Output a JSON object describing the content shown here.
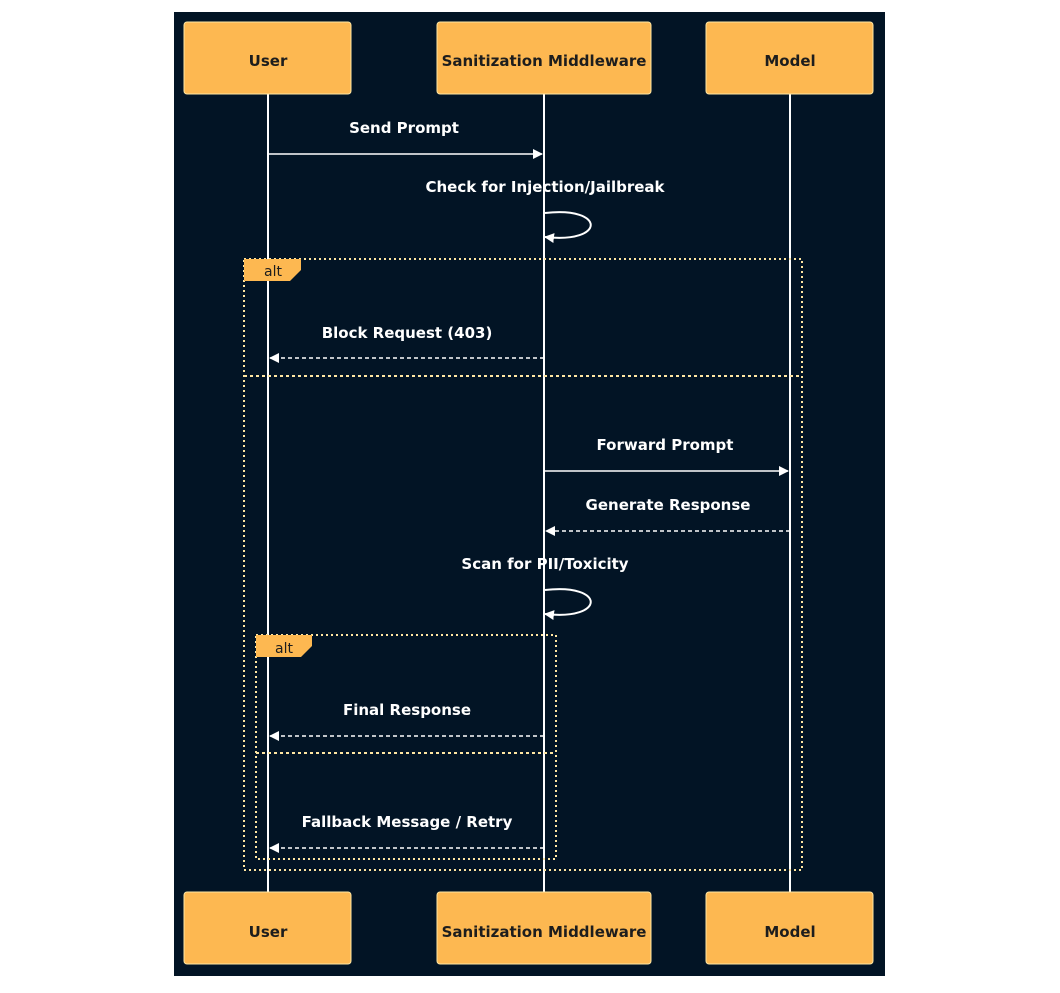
{
  "participants": [
    {
      "id": "user",
      "label": "User"
    },
    {
      "id": "mw",
      "label": "Sanitization Middleware"
    },
    {
      "id": "model",
      "label": "Model"
    }
  ],
  "messages": [
    {
      "from": "user",
      "to": "mw",
      "label": "Send Prompt",
      "style": "solid"
    },
    {
      "from": "mw",
      "to": "mw",
      "label": "Check for Injection/Jailbreak",
      "style": "solid"
    },
    {
      "from": "mw",
      "to": "user",
      "label": "Block Request (403)",
      "style": "dashed"
    },
    {
      "from": "mw",
      "to": "model",
      "label": "Forward Prompt",
      "style": "solid"
    },
    {
      "from": "model",
      "to": "mw",
      "label": "Generate Response",
      "style": "dashed"
    },
    {
      "from": "mw",
      "to": "mw",
      "label": "Scan for PII/Toxicity",
      "style": "solid"
    },
    {
      "from": "mw",
      "to": "user",
      "label": "Final Response",
      "style": "dashed"
    },
    {
      "from": "mw",
      "to": "user",
      "label": "Fallback Message / Retry",
      "style": "dashed"
    }
  ],
  "fragments": [
    {
      "type": "alt",
      "label": "alt"
    },
    {
      "type": "alt",
      "label": "alt"
    }
  ],
  "colors": {
    "background": "#021425",
    "actor_fill": "#FDB851",
    "line": "#ffffff",
    "frame_border": "#FFE6A2"
  }
}
